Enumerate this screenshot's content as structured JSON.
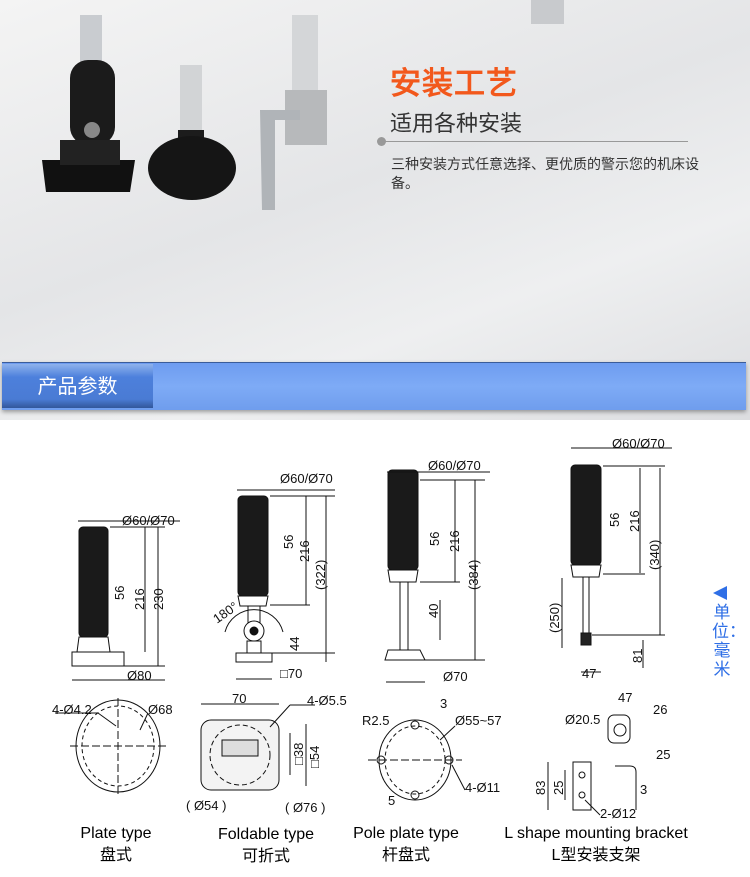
{
  "banner": {
    "title": "安装工艺",
    "subtitle": "适用各种安装",
    "description": "三种安装方式任意选择、更优质的警示您的机床设备。"
  },
  "section": {
    "tab_label": "产品参数"
  },
  "unit_label": "单位：毫米",
  "colors": {
    "title": "#f2581c",
    "bar": "#7eabf6",
    "unit": "#2f6fe6"
  },
  "towers": [
    {
      "dims": [
        "Ø60/Ø70",
        "56",
        "216",
        "230",
        "Ø80"
      ]
    },
    {
      "dims": [
        "Ø60/Ø70",
        "56",
        "216",
        "(322)",
        "180°",
        "44",
        "□70"
      ]
    },
    {
      "dims": [
        "Ø60/Ø70",
        "56",
        "216",
        "(384)",
        "40",
        "Ø70"
      ]
    },
    {
      "dims": [
        "Ø60/Ø70",
        "56",
        "216",
        "(340)",
        "(250)",
        "81",
        "47"
      ]
    }
  ],
  "mounts": [
    {
      "name_en": "Plate type",
      "name_cn": "盘式",
      "dims": [
        "4-Ø4.2",
        "Ø68"
      ]
    },
    {
      "name_en": "Foldable type",
      "name_cn": "可折式",
      "dims": [
        "70",
        "4-Ø5.5",
        "□38",
        "□54",
        "( Ø54 )",
        "( Ø76 )"
      ]
    },
    {
      "name_en": "Pole plate type",
      "name_cn": "杆盘式",
      "dims": [
        "3",
        "R2.5",
        "Ø55~57",
        "4-Ø11",
        "5"
      ]
    },
    {
      "name_en": "L shape mounting bracket",
      "name_cn": "L型安装支架",
      "dims": [
        "47",
        "Ø20.5",
        "26",
        "25",
        "83",
        "25",
        "3",
        "2-Ø12"
      ]
    }
  ]
}
